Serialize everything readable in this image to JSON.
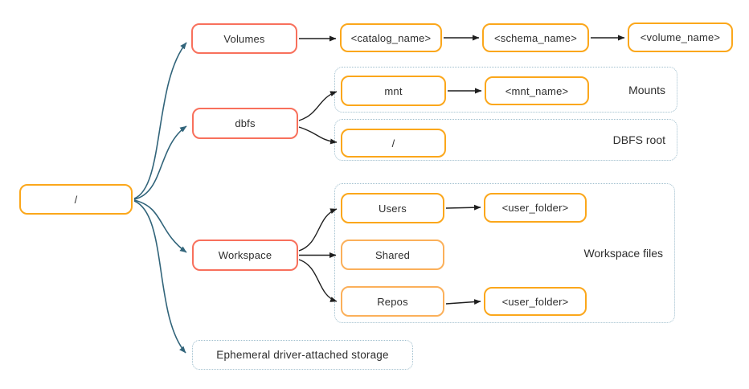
{
  "colors": {
    "node_border_orange": "#fba71b",
    "node_border_orange_light": "#fbb05a",
    "node_border_red": "#f8705c",
    "group_border_dotted": "#9fbecd",
    "arrow_teal": "#31647a",
    "arrow_black": "#1f1f1f",
    "text": "#2e2e2e",
    "background": "#ffffff"
  },
  "nodes": {
    "root": "/",
    "volumes": "Volumes",
    "catalog_name": "<catalog_name>",
    "schema_name": "<schema_name>",
    "volume_name": "<volume_name>",
    "dbfs": "dbfs",
    "mnt": "mnt",
    "mnt_name": "<mnt_name>",
    "dbfs_root_slash": "/",
    "workspace": "Workspace",
    "users": "Users",
    "user_folder_top": "<user_folder>",
    "shared": "Shared",
    "repos": "Repos",
    "user_folder_bottom": "<user_folder>",
    "ephemeral": "Ephemeral driver-attached storage"
  },
  "group_labels": {
    "mounts": "Mounts",
    "dbfs_root": "DBFS root",
    "workspace_files": "Workspace files"
  },
  "edges": [
    {
      "from": "root",
      "to": "volumes",
      "color": "teal"
    },
    {
      "from": "root",
      "to": "dbfs",
      "color": "teal"
    },
    {
      "from": "root",
      "to": "workspace",
      "color": "teal"
    },
    {
      "from": "root",
      "to": "ephemeral",
      "color": "teal"
    },
    {
      "from": "volumes",
      "to": "catalog_name",
      "color": "black"
    },
    {
      "from": "catalog_name",
      "to": "schema_name",
      "color": "black"
    },
    {
      "from": "schema_name",
      "to": "volume_name",
      "color": "black"
    },
    {
      "from": "dbfs",
      "to": "mnt",
      "color": "black"
    },
    {
      "from": "dbfs",
      "to": "dbfs_root_slash",
      "color": "black"
    },
    {
      "from": "mnt",
      "to": "mnt_name",
      "color": "black"
    },
    {
      "from": "workspace",
      "to": "users",
      "color": "black"
    },
    {
      "from": "workspace",
      "to": "shared",
      "color": "black"
    },
    {
      "from": "workspace",
      "to": "repos",
      "color": "black"
    },
    {
      "from": "users",
      "to": "user_folder_top",
      "color": "black"
    },
    {
      "from": "repos",
      "to": "user_folder_bottom",
      "color": "black"
    }
  ]
}
